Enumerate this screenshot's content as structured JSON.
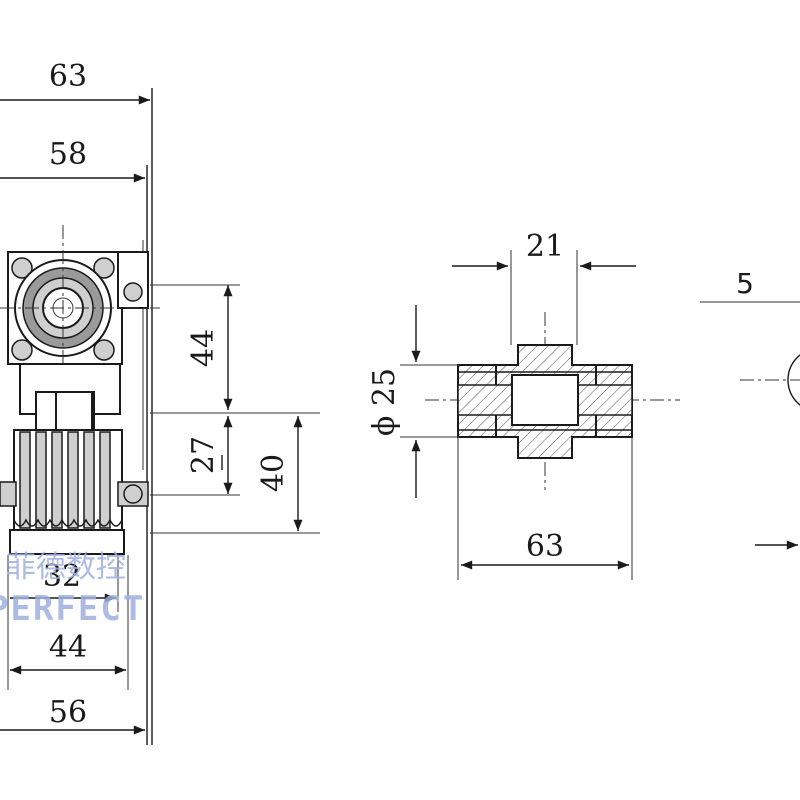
{
  "dimensions": {
    "total_length": "63",
    "inner_length": "58",
    "upper_height": "44",
    "lower_height": "27",
    "right_height": "40",
    "base_inner_width": "32",
    "base_width": "44",
    "base_total_width": "56",
    "shaft_key_width": "21",
    "shaft_diameter": "ϕ 25",
    "shaft_length": "63",
    "right_view_dim": "5"
  },
  "watermark": {
    "cn": "菲德数控",
    "en": "PERFECT"
  }
}
